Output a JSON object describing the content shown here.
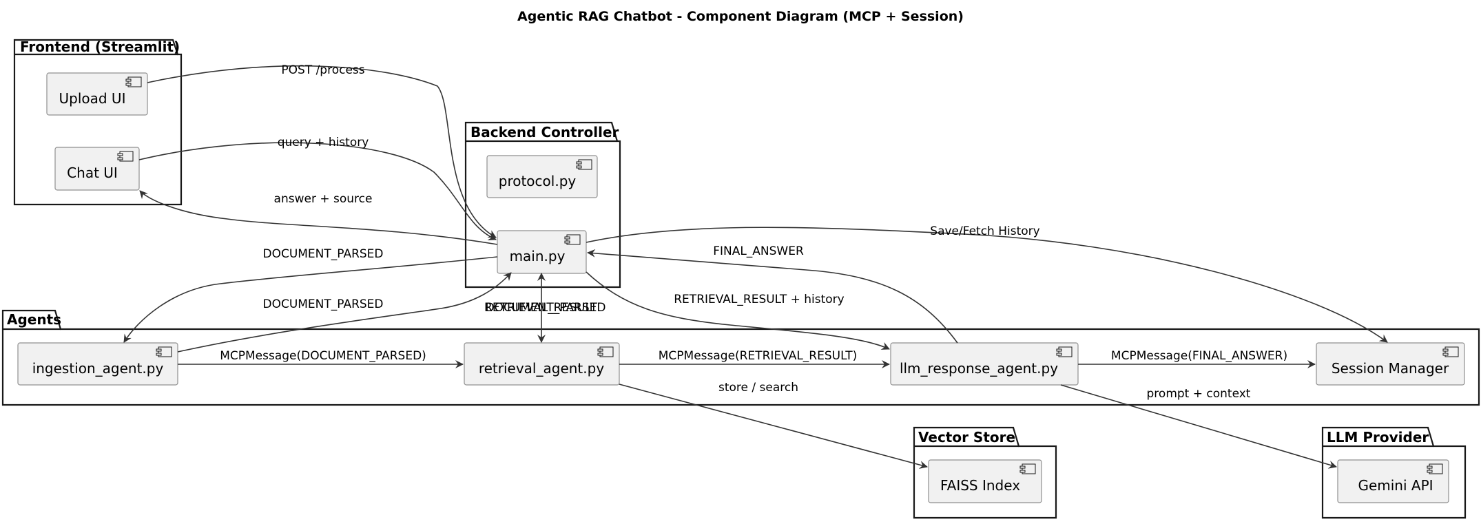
{
  "diagram": {
    "title": "Agentic RAG Chatbot - Component Diagram (MCP + Session)",
    "packages": {
      "frontend": "Frontend (Streamlit)",
      "backend": "Backend Controller",
      "agents": "Agents",
      "vector_store": "Vector Store",
      "llm_provider": "LLM Provider"
    },
    "components": {
      "upload_ui": "Upload UI",
      "chat_ui": "Chat UI",
      "protocol": "protocol.py",
      "main": "main.py",
      "ingestion_agent": "ingestion_agent.py",
      "retrieval_agent": "retrieval_agent.py",
      "llm_response_agent": "llm_response_agent.py",
      "session_manager": "Session Manager",
      "faiss_index": "FAISS Index",
      "gemini_api": "Gemini API"
    },
    "edges": {
      "upload_to_main": "POST /process",
      "chat_to_main": "query + history",
      "main_to_chat": "answer + source",
      "main_to_ingestion": "DOCUMENT_PARSED",
      "ingestion_to_main": "DOCUMENT_PARSED",
      "main_retrieval_a": "DOCUMENT_PARSED",
      "main_retrieval_b": "RETRIEVAL_RESULT",
      "main_to_llm": "RETRIEVAL_RESULT + history",
      "llm_to_main": "FINAL_ANSWER",
      "main_to_session": "Save/Fetch History",
      "ingestion_to_retrieval": "MCPMessage(DOCUMENT_PARSED)",
      "retrieval_to_llm": "MCPMessage(RETRIEVAL_RESULT)",
      "llm_to_session": "MCPMessage(FINAL_ANSWER)",
      "retrieval_to_faiss": "store / search",
      "llm_to_gemini": "prompt + context"
    }
  }
}
